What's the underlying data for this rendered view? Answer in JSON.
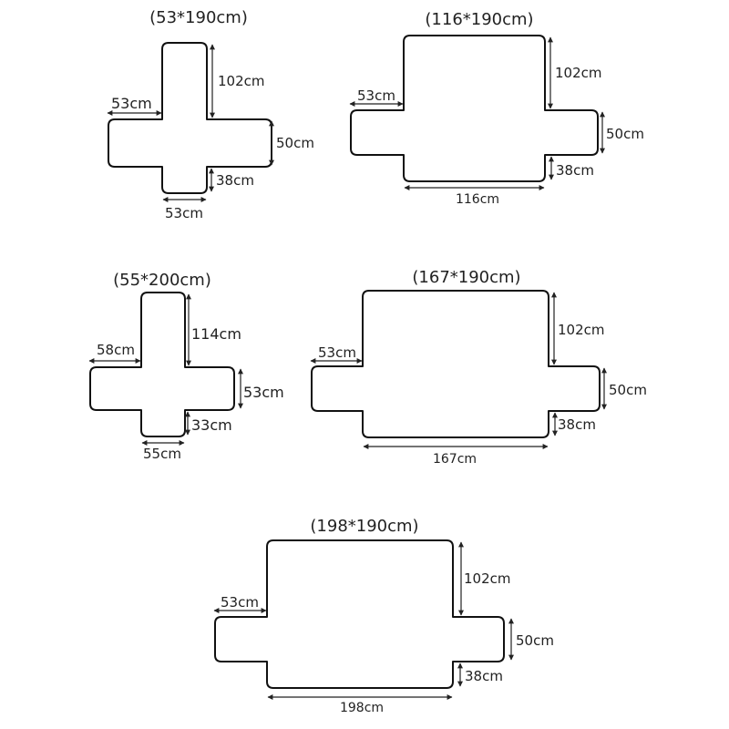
{
  "diagrams": [
    {
      "title": "(53*190cm)",
      "dims": {
        "top_height": "102cm",
        "side_width": "53cm",
        "side_height": "50cm",
        "bottom_height": "38cm",
        "bottom_width": "53cm"
      }
    },
    {
      "title": "(116*190cm)",
      "dims": {
        "top_height": "102cm",
        "side_width": "53cm",
        "side_height": "50cm",
        "bottom_height": "38cm",
        "bottom_width": "116cm"
      }
    },
    {
      "title": "(55*200cm)",
      "dims": {
        "top_height": "114cm",
        "side_width": "58cm",
        "side_height": "53cm",
        "bottom_height": "33cm",
        "bottom_width": "55cm"
      }
    },
    {
      "title": "(167*190cm)",
      "dims": {
        "top_height": "102cm",
        "side_width": "53cm",
        "side_height": "50cm",
        "bottom_height": "38cm",
        "bottom_width": "167cm"
      }
    },
    {
      "title": "(198*190cm)",
      "dims": {
        "top_height": "102cm",
        "side_width": "53cm",
        "side_height": "50cm",
        "bottom_height": "38cm",
        "bottom_width": "198cm"
      }
    }
  ]
}
